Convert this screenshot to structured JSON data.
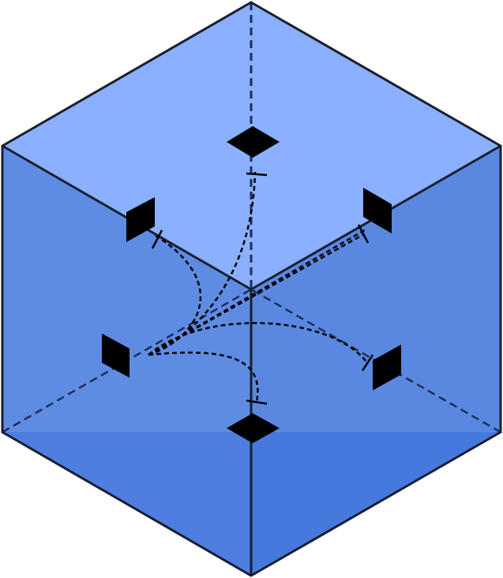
{
  "colors": {
    "top_face": "#8AB0FF",
    "left_face": "#5F8CE3",
    "right_face": "#5A88E0",
    "bottom_left_face": "#4D7EE0",
    "bottom_right_face": "#4679DD",
    "edge": "#1A1F2E",
    "hidden_edge": "#1C2E5A",
    "marker": "#000000",
    "connector": "#000000"
  },
  "markers": [
    {
      "name": "top-marker"
    },
    {
      "name": "upper-left-marker"
    },
    {
      "name": "upper-right-marker"
    },
    {
      "name": "lower-left-marker"
    },
    {
      "name": "lower-right-marker"
    },
    {
      "name": "bottom-marker"
    }
  ]
}
